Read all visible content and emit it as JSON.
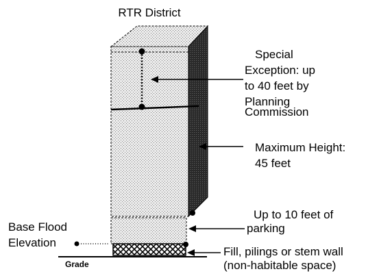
{
  "title": "RTR District",
  "labels": {
    "special_exception": [
      "Special",
      "Exception: up",
      "to 40 feet by",
      "Planning",
      "Commission"
    ],
    "max_height": [
      "Maximum Height:",
      "45 feet"
    ],
    "parking": [
      "Up to 10 feet of",
      "parking"
    ],
    "base_flood": [
      "Base Flood",
      "Elevation"
    ],
    "fill": [
      "Fill, pilings or stem wall",
      "(non-habitable space)"
    ],
    "grade": "Grade"
  }
}
